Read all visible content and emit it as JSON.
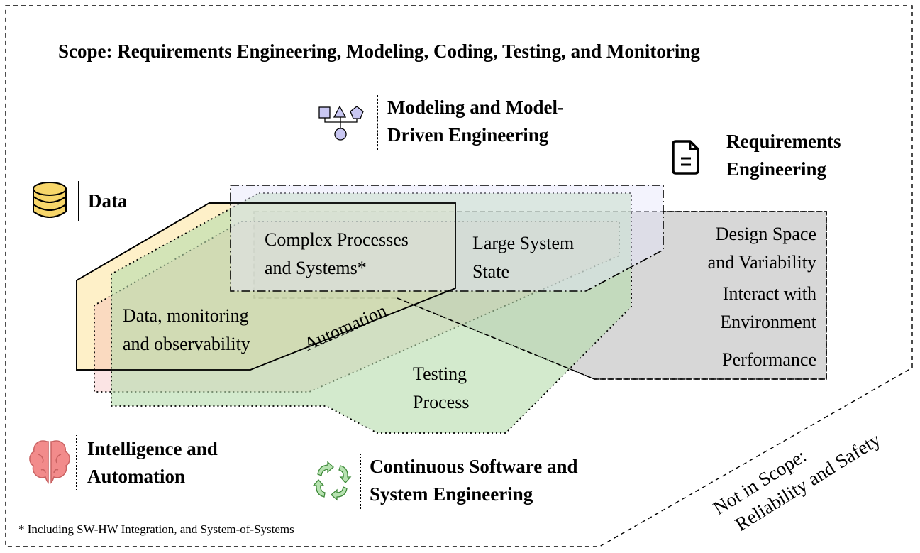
{
  "title": "Scope: Requirements Engineering, Modeling, Coding, Testing, and Monitoring",
  "categories": {
    "modeling": {
      "line1": "Modeling and Model-",
      "line2": "Driven Engineering",
      "icon": "flow-shapes-icon"
    },
    "requirements": {
      "line1": "Requirements",
      "line2": "Engineering",
      "icon": "document-icon"
    },
    "data": {
      "label": "Data",
      "icon": "database-icon"
    },
    "intelligence": {
      "line1": "Intelligence and",
      "line2": "Automation",
      "icon": "brain-icon"
    },
    "continuous": {
      "line1": "Continuous Software and",
      "line2": "System Engineering",
      "icon": "cycle-arrows-icon"
    }
  },
  "regions": {
    "complex": {
      "line1": "Complex Processes",
      "line2": "and Systems*"
    },
    "large_state": {
      "line1": "Large System",
      "line2": "State"
    },
    "data_monitoring": {
      "line1": "Data, monitoring",
      "line2": "and observability"
    },
    "automation": "Automation",
    "testing": {
      "line1": "Testing",
      "line2": "Process"
    },
    "design_space": {
      "line1": "Design Space",
      "line2": "and Variability"
    },
    "interact": {
      "line1": "Interact with",
      "line2": "Environment"
    },
    "performance": "Performance"
  },
  "not_in_scope": {
    "line1": "Not in Scope:",
    "line2": "Reliability and Safety"
  },
  "footnote": "* Including SW-HW Integration, and System-of-Systems",
  "colors": {
    "data_fill": "#fde9b0",
    "testing_fill": "#b5dcab",
    "modeling_fill": "#e4e4fa",
    "requirements_fill": "#c9c9c9",
    "automation_fill": "#f3b3b3",
    "icon_purple": "#c9c7f2",
    "icon_yellow": "#f7d66a",
    "brain_pink": "#f28b8b",
    "cycle_green": "#8fcf8a"
  }
}
